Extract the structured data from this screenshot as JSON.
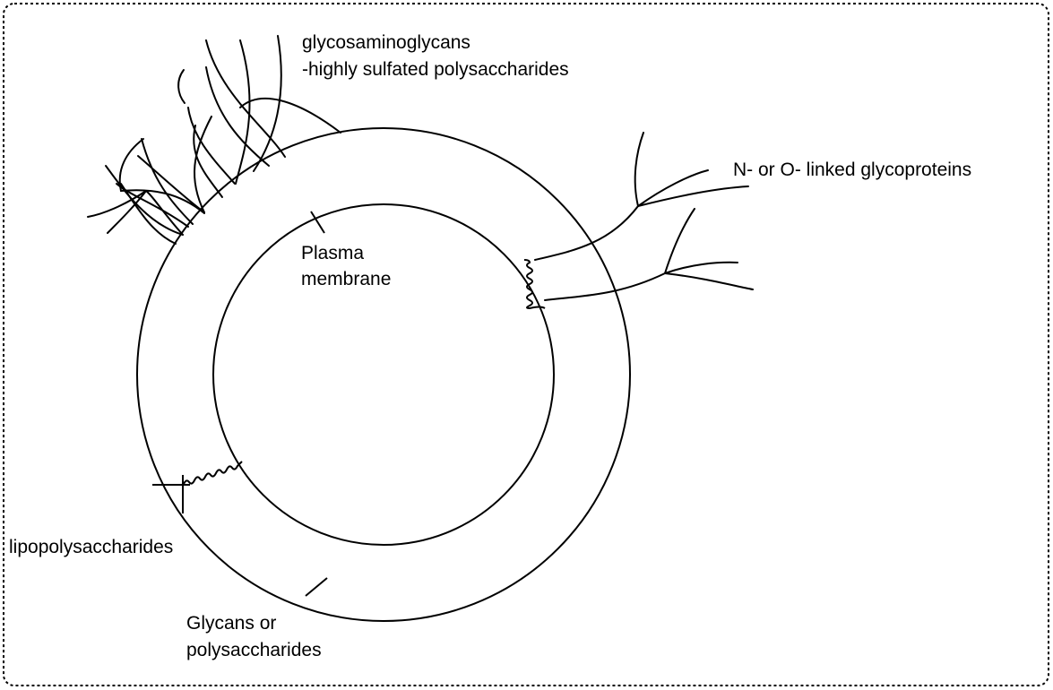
{
  "labels": {
    "glycosaminoglycans_line1": "glycosaminoglycans",
    "glycosaminoglycans_line2": "-highly sulfated polysaccharides",
    "glycoproteins": "N- or O- linked glycoproteins",
    "plasma_membrane_line1": "Plasma",
    "plasma_membrane_line2": "membrane",
    "lipopolysaccharides": "lipopolysaccharides",
    "glycans_line1": "Glycans or",
    "glycans_line2": "polysaccharides"
  },
  "colors": {
    "stroke": "#000000",
    "background": "#ffffff"
  }
}
